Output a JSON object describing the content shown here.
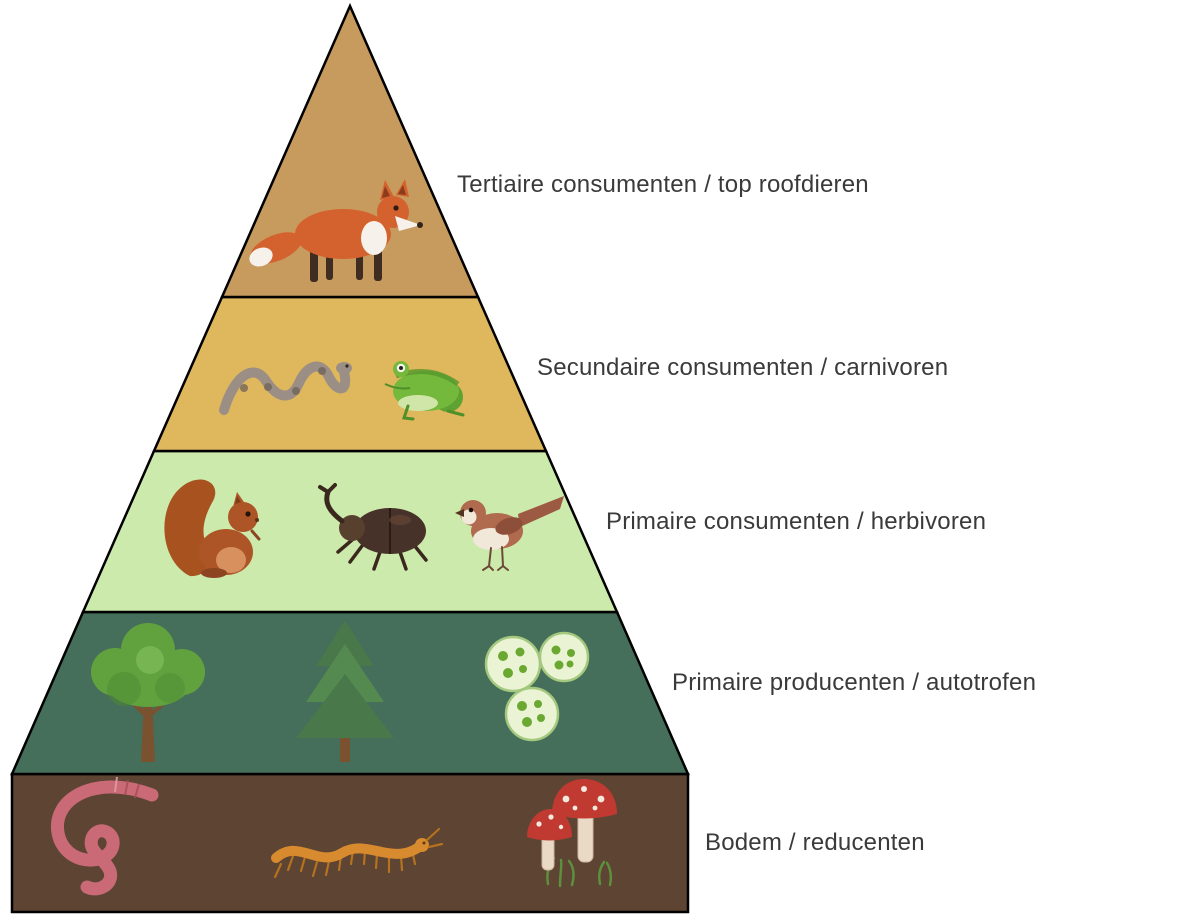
{
  "diagram": {
    "type": "ecological-pyramid",
    "background_color": "#ffffff",
    "outline_color": "#000000",
    "label_color": "#3a3a3a"
  },
  "pyramid": {
    "levels": [
      {
        "name": "tertiary-consumers",
        "label": "Tertiaire consumenten / top roofdieren",
        "color": "#c79b5e",
        "organisms": [
          "fox"
        ]
      },
      {
        "name": "secondary-consumers",
        "label": "Secundaire consumenten / carnivoren",
        "color": "#dfb75c",
        "organisms": [
          "snake",
          "frog"
        ]
      },
      {
        "name": "primary-consumers",
        "label": "Primaire consumenten / herbivoren",
        "color": "#cdeaad",
        "organisms": [
          "squirrel",
          "beetle",
          "bird"
        ]
      },
      {
        "name": "primary-producers",
        "label": "Primaire producenten / autotrofen",
        "color": "#456e5b",
        "organisms": [
          "tree",
          "pine-tree",
          "algae"
        ]
      },
      {
        "name": "soil-decomposers",
        "label": "Bodem / reducenten",
        "color": "#5d4433",
        "organisms": [
          "earthworm",
          "centipede",
          "mushrooms"
        ]
      }
    ]
  }
}
